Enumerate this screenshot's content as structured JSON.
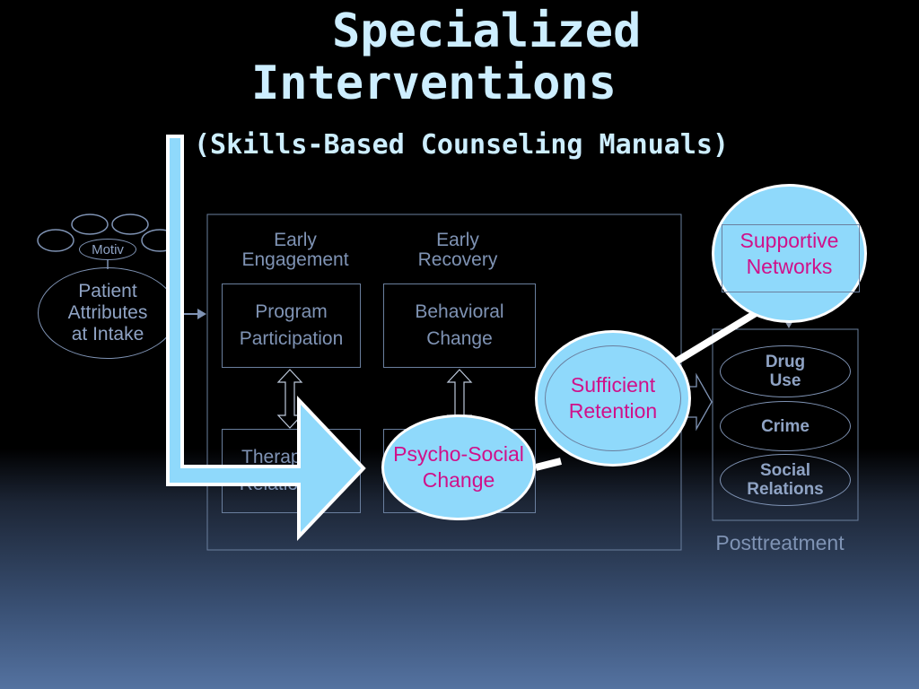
{
  "slide": {
    "title_line1": "Specialized",
    "title_line2": "Interventions",
    "subtitle": "(Skills-Based Counseling Manuals)"
  },
  "intake": {
    "motiv_label": "Motiv",
    "patient_label": "Patient\nAttributes\nat Intake"
  },
  "phases": {
    "early_engagement": "Early\nEngagement",
    "early_recovery": "Early\nRecovery"
  },
  "boxes": {
    "program_participation": "Program\nParticipation",
    "behavioral_change": "Behavioral\nChange",
    "therapeutic_relationship": "Therapeutic\nRelationship"
  },
  "highlights": {
    "psycho_social_change": "Psycho-Social\nChange",
    "sufficient_retention": "Sufficient\nRetention",
    "supportive_networks": "Supportive\nNetworks"
  },
  "outcomes": {
    "drug_use": "Drug\nUse",
    "crime": "Crime",
    "social_relations": "Social\nRelations",
    "posttreatment": "Posttreatment"
  },
  "colors": {
    "title": "#cdeeff",
    "highlight_fill": "#8fd9fb",
    "highlight_text": "#d0108a",
    "muted": "#7f93b4"
  }
}
